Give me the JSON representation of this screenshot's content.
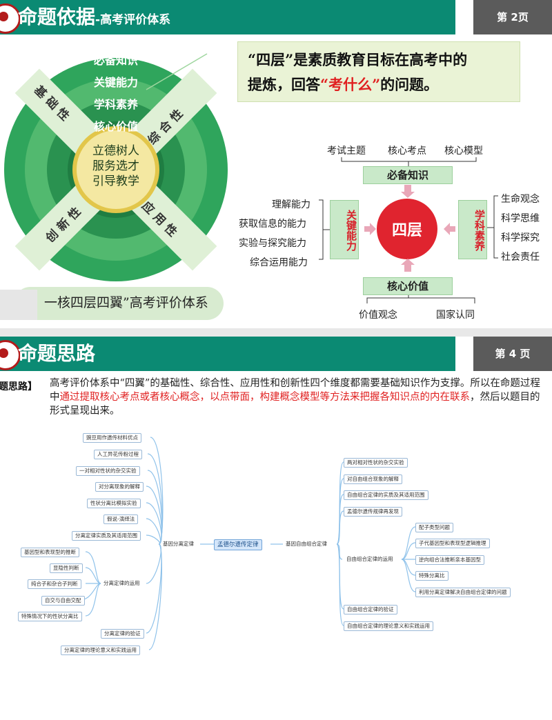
{
  "slide1": {
    "title": "命题依据",
    "subtitle": "-高考评价体系",
    "page": "第 2页",
    "rings": [
      "必备知识",
      "关键能力",
      "学科素养",
      "核心价值"
    ],
    "center_lines": [
      "立德树人",
      "服务选才",
      "引导教学"
    ],
    "wings": {
      "top_left": "基础性",
      "top_right": "综合性",
      "bottom_left": "创新性",
      "bottom_right": "应用性"
    },
    "box_line1": "“四层”是素质教育目标在高考中的",
    "box_line2_a": "提炼，回答",
    "box_line2_red": "“考什么”",
    "box_line2_b": "的问题。",
    "caption": "一核四层四翼”高考评价体系",
    "diagram": {
      "top_labels": [
        "考试主题",
        "核心考点",
        "核心模型"
      ],
      "top_box": "必备知识",
      "left_box": "关键能力",
      "right_box": "学科素养",
      "bottom_box": "核心价值",
      "center": "四层",
      "left_items": [
        "理解能力",
        "获取信息的能力",
        "实验与探究能力",
        "综合运用能力"
      ],
      "right_items": [
        "生命观念",
        "科学思维",
        "科学探究",
        "社会责任"
      ],
      "bottom_labels": [
        "价值观念",
        "国家认同"
      ]
    }
  },
  "slide2": {
    "title": "命题思路",
    "page": "第 4 页",
    "heading": "题思路】",
    "para_a": "高考评价体系中“四翼”的基础性、综合性、应用性和创新性四个维度都需要基础知识作为支撑。所以在命题过程中",
    "para_red": "通过提取核心考点或者核心概念，以点带面，构建概念模型等方法来把握各知识点的内在联系",
    "para_b": "，然后以题目的形式呈现出来。",
    "mindmap": {
      "center": "孟德尔遗传定律",
      "left_main": "基因分离定律",
      "right_main": "基因自由组合定律",
      "left_nodes": [
        "豌豆用作遗传材料优点",
        "人工异花传粉过程",
        "一对相对性状的杂交实验",
        "对分离现象的解释",
        "性状分离比模拟实验",
        "假说-演绎法",
        "分离定律实质及其适用范围"
      ],
      "left_app": "分离定律的运用",
      "left_app_nodes": [
        "基因型和表现型的推断",
        "显隐性判断",
        "纯合子和杂合子判断",
        "自交与自由交配",
        "特殊情况下的性状分离比"
      ],
      "left_bottom": [
        "分离定律的验证",
        "分离定律的理论意义和实践运用"
      ],
      "right_nodes": [
        "两对相对性状的杂交实验",
        "对自由组合现象的解释",
        "自由组合定律的实质及其适用范围",
        "孟德尔遗传规律再发现"
      ],
      "right_app": "自由组合定律的运用",
      "right_app_nodes": [
        "配子类型问题",
        "子代基因型和表现型逻辑推理",
        "逆向组合法推断亲本基因型",
        "特殊分离比",
        "利用分离定律解决自由组合定律的问题"
      ],
      "right_bottom": [
        "自由组合定律的验证",
        "自由组合定律的理论意义和实践运用"
      ]
    }
  }
}
